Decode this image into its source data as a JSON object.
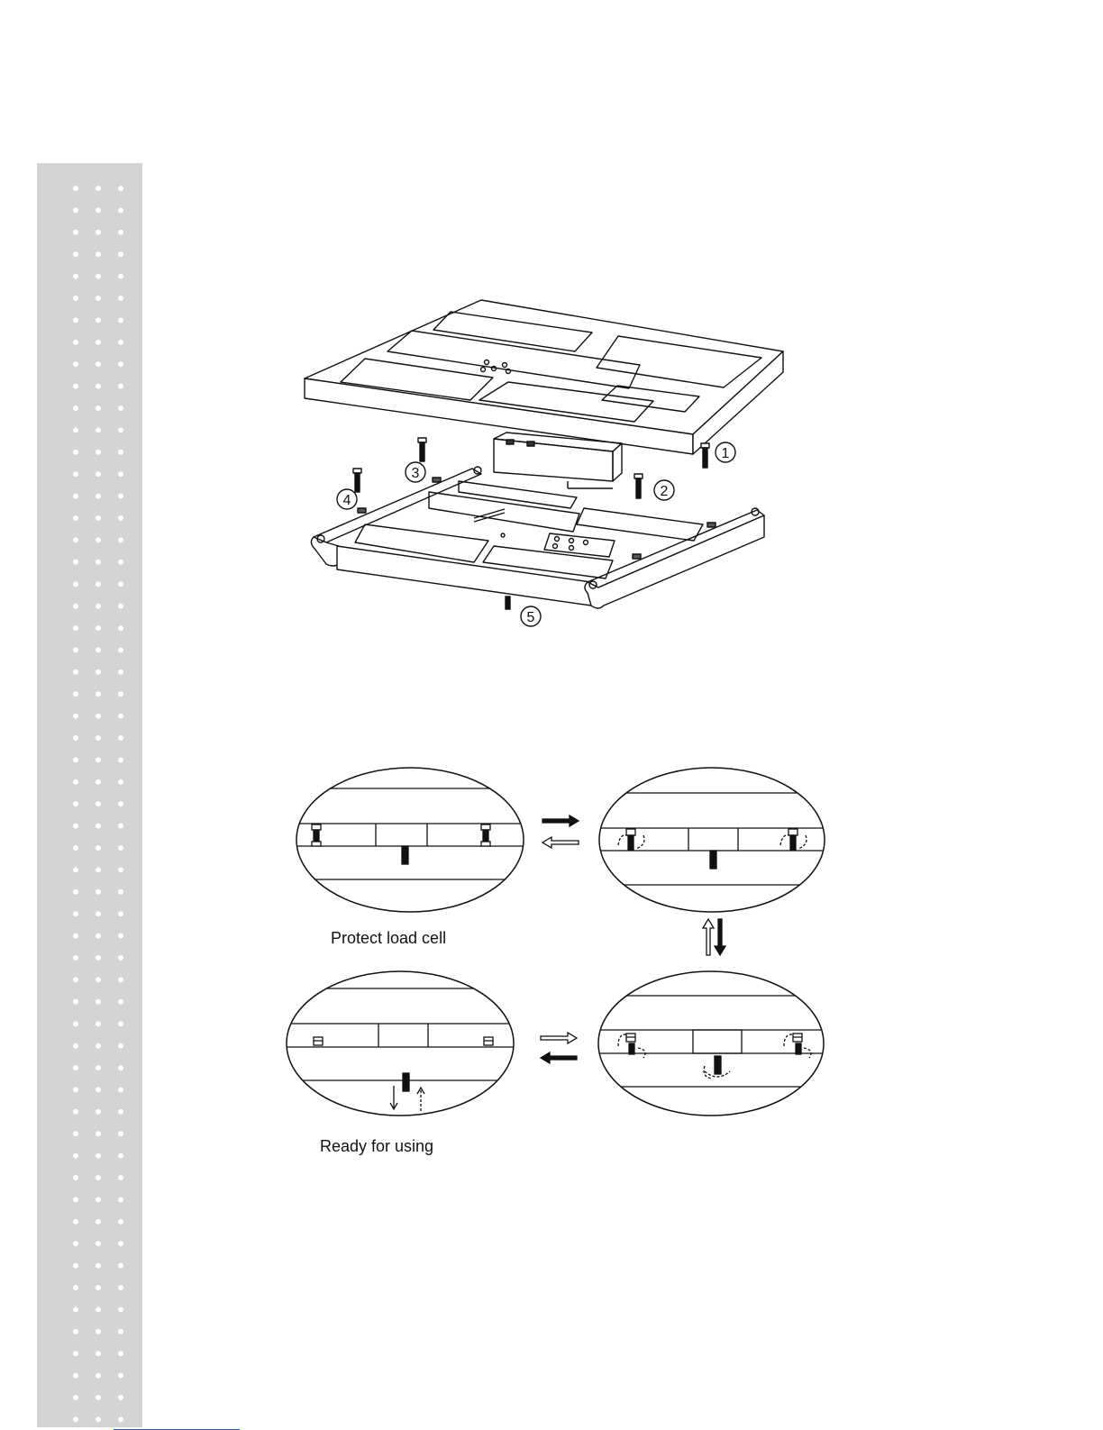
{
  "page": {
    "sidebar_color": "#d4d4d6",
    "sidebar_dot_color": "#ffffff",
    "footer_rule_color": "#2f52b8"
  },
  "exploded_view": {
    "callouts": [
      "1",
      "2",
      "3",
      "4",
      "5"
    ]
  },
  "procedure": {
    "caption_protect": "Protect load cell",
    "caption_ready": "Ready for using"
  }
}
